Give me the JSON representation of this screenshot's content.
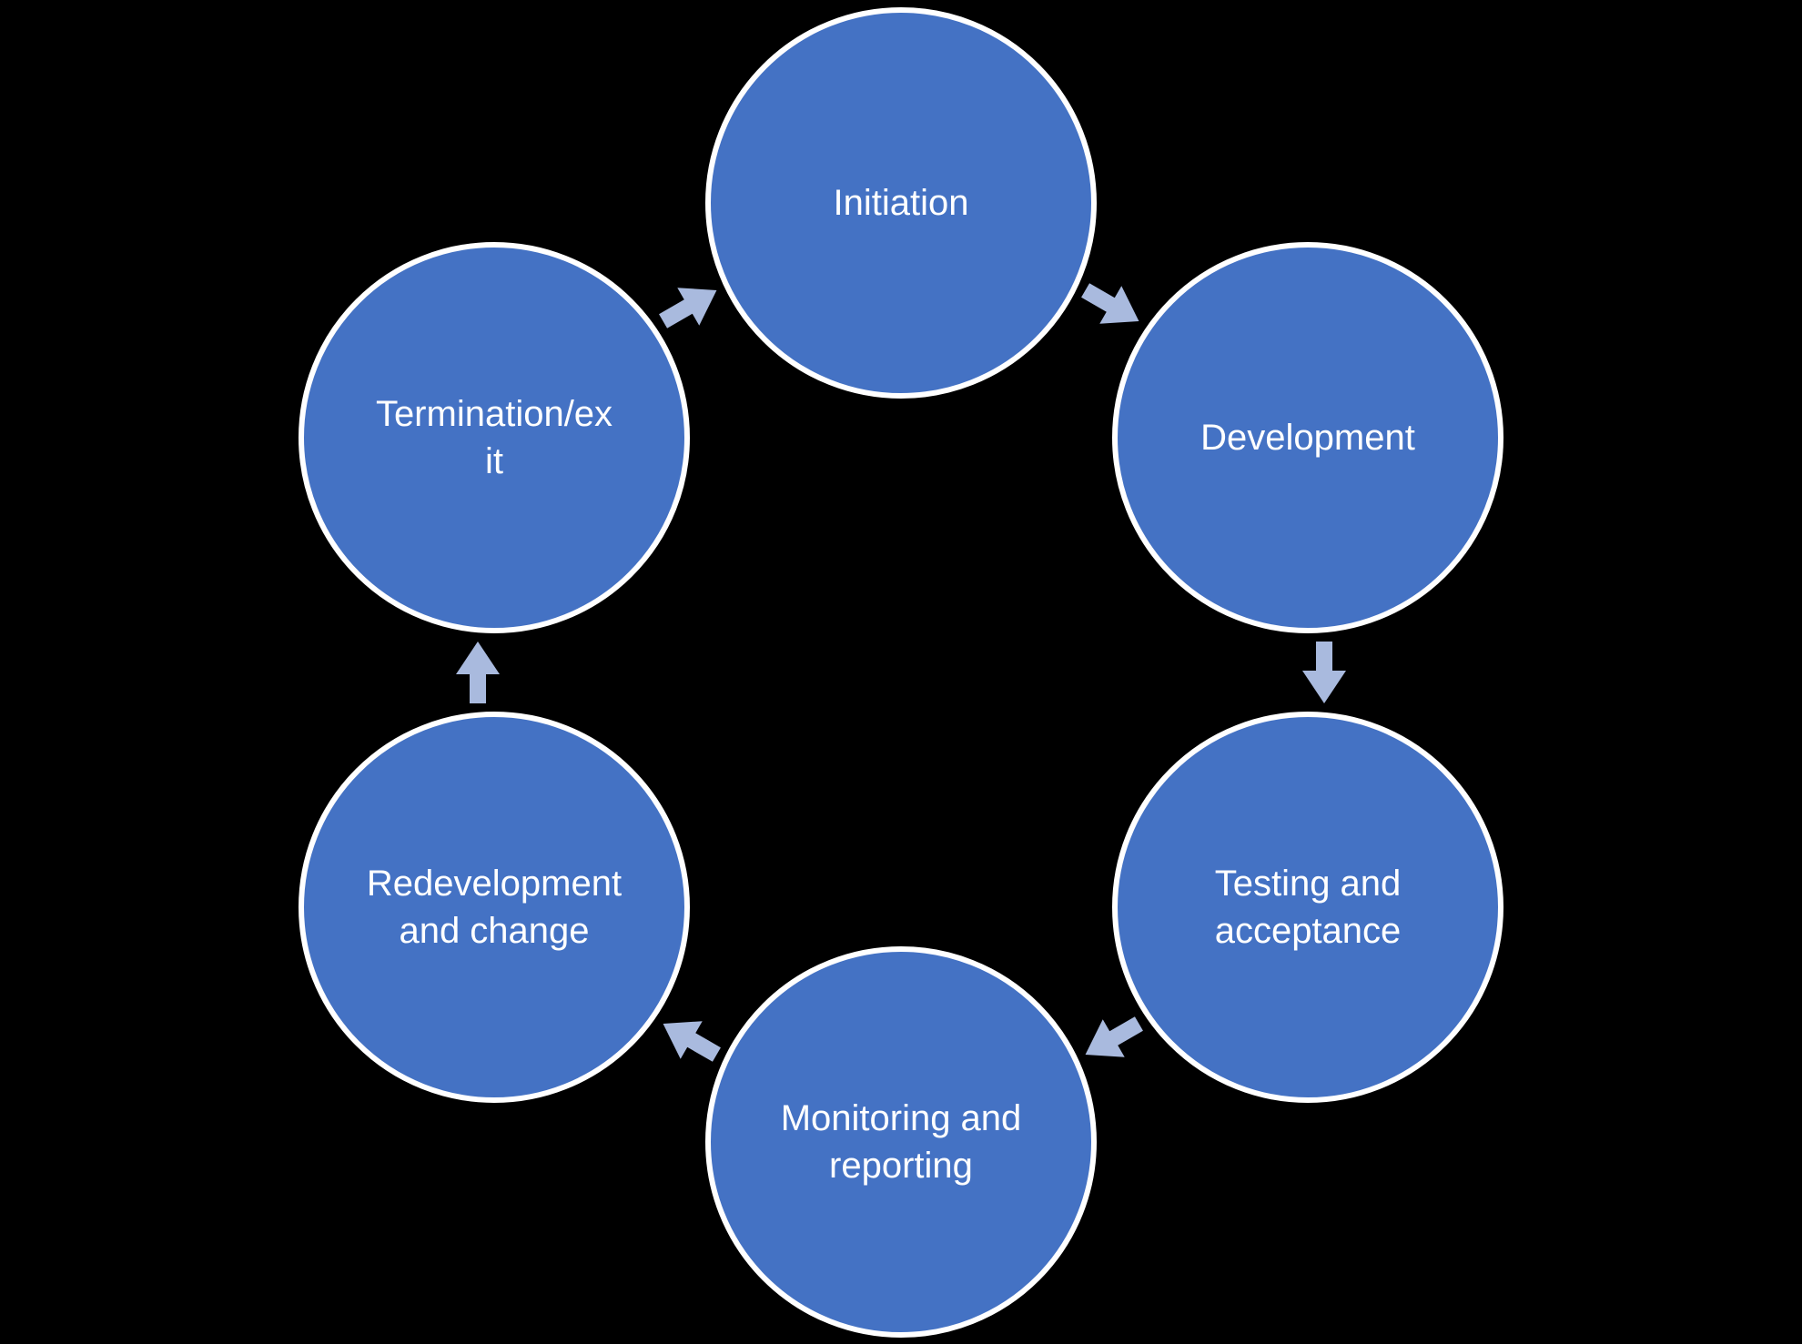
{
  "diagram": {
    "type": "cycle",
    "background_color": "#000000",
    "node_fill_color": "#4472c4",
    "node_border_color": "#ffffff",
    "node_text_color": "#ffffff",
    "arrow_color": "#a9bade",
    "nodes": [
      {
        "label": "Initiation"
      },
      {
        "label": "Development"
      },
      {
        "label": "Testing and\nacceptance"
      },
      {
        "label": "Monitoring and\nreporting"
      },
      {
        "label": "Redevelopment\nand change"
      },
      {
        "label": "Termination/ex\nit"
      }
    ]
  }
}
